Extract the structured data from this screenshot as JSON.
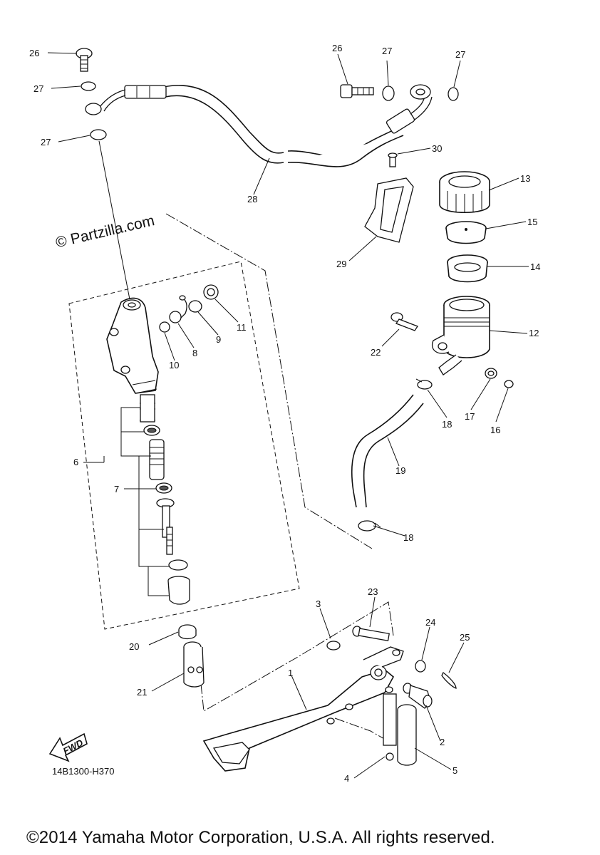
{
  "watermark": "© Partzilla.com",
  "fwd_label": "FWD",
  "drawing_code": "14B1300-H370",
  "copyright": "©2014 Yamaha Motor Corporation, U.S.A. All rights reserved.",
  "callouts": [
    "26",
    "27",
    "27",
    "26",
    "27",
    "27",
    "28",
    "30",
    "13",
    "15",
    "14",
    "29",
    "11",
    "9",
    "10",
    "8",
    "12",
    "22",
    "17",
    "16",
    "18",
    "6",
    "7",
    "19",
    "18",
    "23",
    "3",
    "24",
    "25",
    "20",
    "1",
    "21",
    "2",
    "5",
    "4"
  ]
}
